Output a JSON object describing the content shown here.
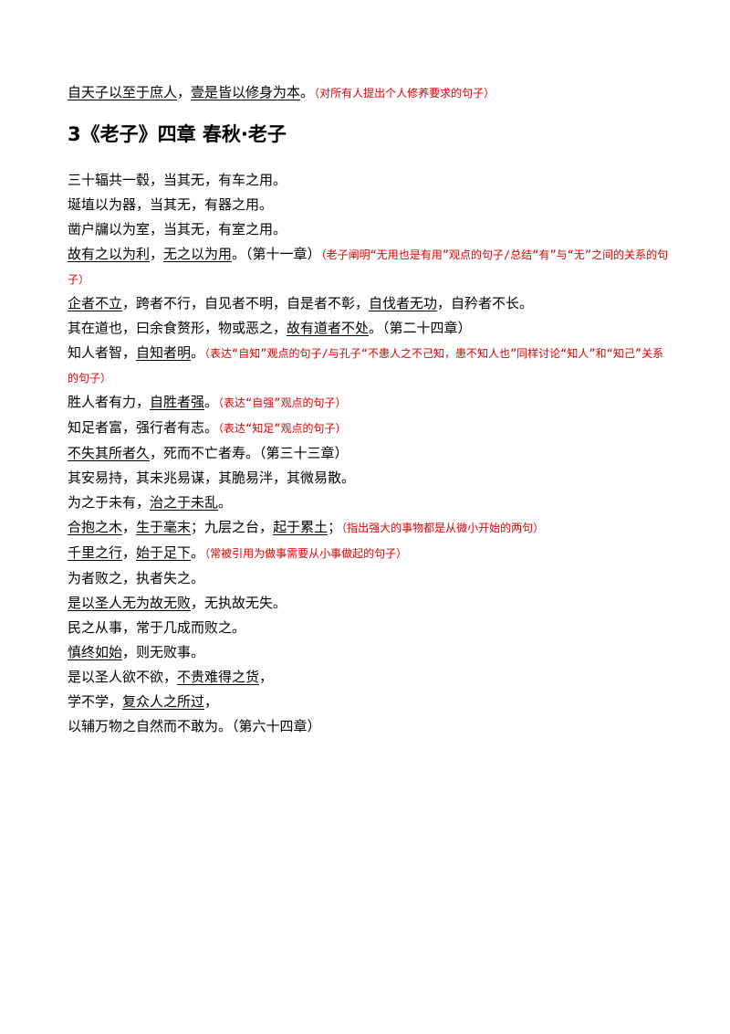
{
  "lines": [
    {
      "segments": [
        {
          "text": "自天子以至于庶人",
          "u": true
        },
        {
          "text": "，"
        },
        {
          "text": "壹是皆以修身为本",
          "u": true
        },
        {
          "text": "。"
        },
        {
          "text": "（对所有人提出个人修养要求的句子）",
          "note": true
        }
      ]
    },
    {
      "title": "3《老子》四章 春秋·老子"
    },
    {
      "segments": [
        {
          "text": "三十辐共一毂，当其无，有车之用。"
        }
      ]
    },
    {
      "segments": [
        {
          "text": "埏埴以为器，当其无，有器之用。"
        }
      ]
    },
    {
      "segments": [
        {
          "text": "凿户牖以为室，当其无，有室之用。"
        }
      ]
    },
    {
      "segments": [
        {
          "text": "故有之以为利",
          "u": true
        },
        {
          "text": "，"
        },
        {
          "text": "无之以为用",
          "u": true
        },
        {
          "text": "。（第十一章）"
        },
        {
          "text": "（老子阐明“无用也是有用”观点的句子/总结“有”与“无”之间的关系的句子）",
          "note": true,
          "wrap": true
        }
      ]
    },
    {
      "segments": [
        {
          "text": "企者不立",
          "u": true
        },
        {
          "text": "，跨者不行，自见者不明，自是者不彰，"
        },
        {
          "text": "自伐者无功",
          "u": true
        },
        {
          "text": "，自矜者不长。"
        }
      ]
    },
    {
      "segments": [
        {
          "text": "其在道也，曰余食赘形，物或恶之，"
        },
        {
          "text": "故有道者不处",
          "u": true
        },
        {
          "text": "。（第二十四章）"
        }
      ]
    },
    {
      "segments": [
        {
          "text": "知人者智，"
        },
        {
          "text": "自知者明",
          "u": true
        },
        {
          "text": "。"
        },
        {
          "text": "（表达“自知”观点的句子/与孔子“不患人之不己知，患不知人也”同样讨论“知人”和“知己”关系的句子）",
          "note": true,
          "wrap": true
        }
      ]
    },
    {
      "segments": [
        {
          "text": "胜人者有力，"
        },
        {
          "text": "自胜者强",
          "u": true
        },
        {
          "text": "。"
        },
        {
          "text": "（表达“自强”观点的句子）",
          "note": true
        }
      ]
    },
    {
      "segments": [
        {
          "text": "知足者富，强行者有志。"
        },
        {
          "text": "（表达“知足”观点的句子）",
          "note": true
        }
      ]
    },
    {
      "segments": [
        {
          "text": "不失其所者久",
          "u": true
        },
        {
          "text": "，死而不亡者寿。（第三十三章）"
        }
      ]
    },
    {
      "segments": [
        {
          "text": "其安易持，其未兆易谋，其脆易泮，其微易散。"
        }
      ]
    },
    {
      "segments": [
        {
          "text": "为之于未有，"
        },
        {
          "text": "治之于未乱",
          "u": true
        },
        {
          "text": "。"
        }
      ]
    },
    {
      "segments": [
        {
          "text": "合抱之木",
          "u": true
        },
        {
          "text": "，"
        },
        {
          "text": "生于毫末",
          "u": true
        },
        {
          "text": "；九层之台，"
        },
        {
          "text": "起于累土",
          "u": true
        },
        {
          "text": "；"
        },
        {
          "text": "（指出强大的事物都是从微小开始的两句）",
          "note": true
        }
      ]
    },
    {
      "segments": [
        {
          "text": "千里之行",
          "u": true
        },
        {
          "text": "，"
        },
        {
          "text": "始于足下",
          "u": true
        },
        {
          "text": "。"
        },
        {
          "text": "（常被引用为做事需要从小事做起的句子）",
          "note": true
        }
      ]
    },
    {
      "segments": [
        {
          "text": "为者败之，执者失之。"
        }
      ]
    },
    {
      "segments": [
        {
          "text": "是以圣人无为故无败",
          "u": true
        },
        {
          "text": "，无执故无失。"
        }
      ]
    },
    {
      "segments": [
        {
          "text": "民之从事，常于几成而败之。"
        }
      ]
    },
    {
      "segments": [
        {
          "text": "慎终如始",
          "u": true
        },
        {
          "text": "，则无败事。"
        }
      ]
    },
    {
      "segments": [
        {
          "text": "是以圣人欲不欲，"
        },
        {
          "text": "不贵难得之货",
          "u": true
        },
        {
          "text": "，"
        }
      ]
    },
    {
      "segments": [
        {
          "text": "学不学，"
        },
        {
          "text": "复众人之所过",
          "u": true
        },
        {
          "text": "，"
        }
      ]
    },
    {
      "segments": [
        {
          "text": "以辅万物之自然而不敢为。（第六十四章）"
        }
      ]
    }
  ]
}
